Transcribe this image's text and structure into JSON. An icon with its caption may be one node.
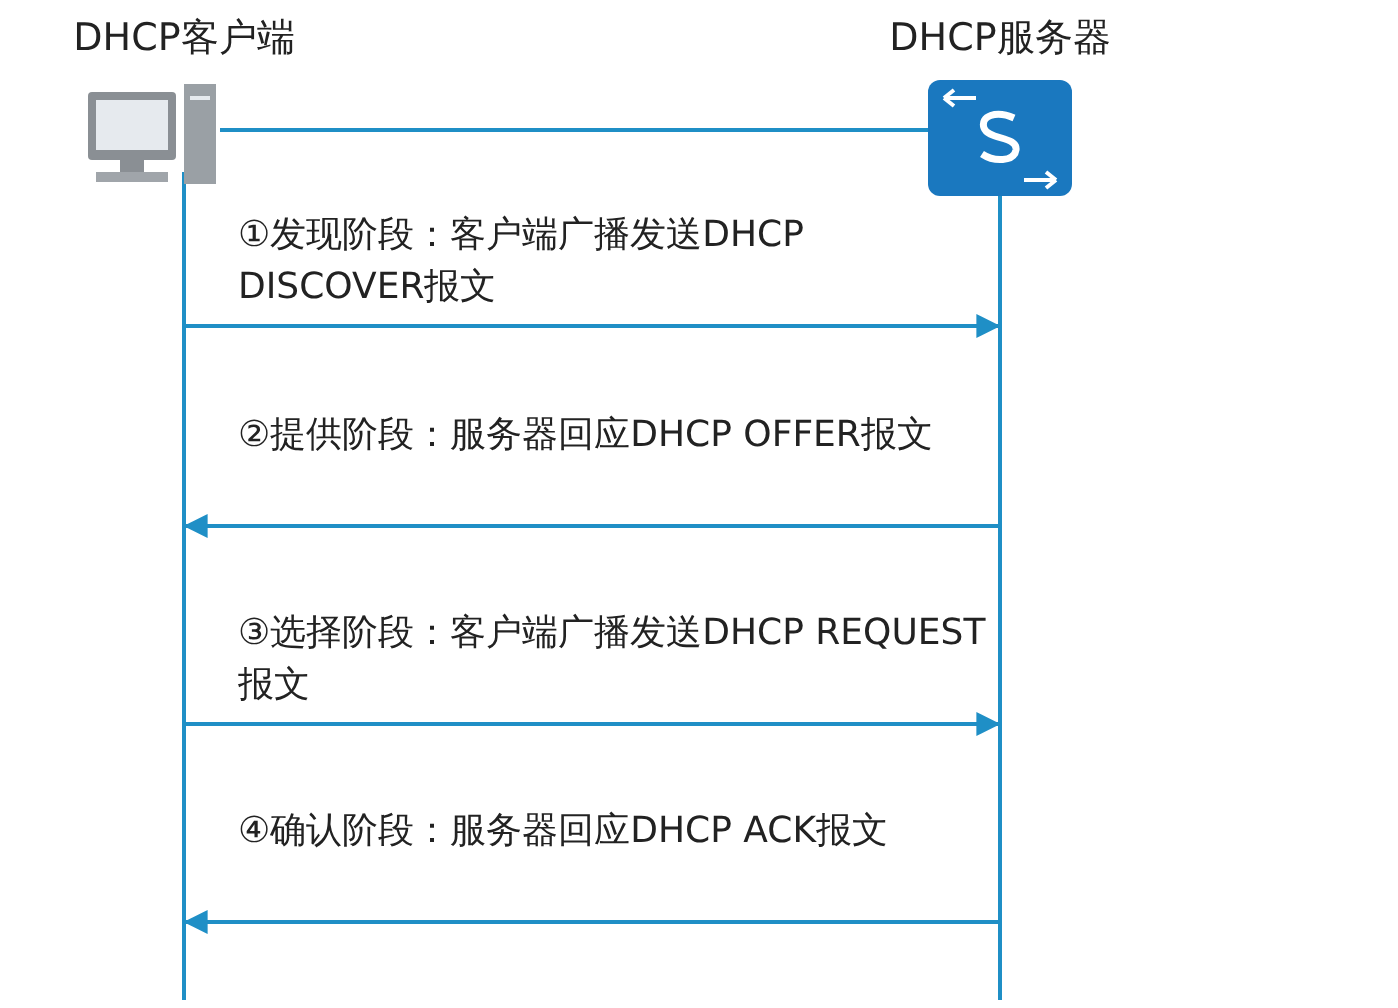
{
  "diagram": {
    "nodes": [
      {
        "text": [
          "DHCP客户端"
        ]
      },
      {
        "text": [
          "DHCP服务器"
        ]
      }
    ],
    "edges": [
      {
        "from": 0,
        "to": 1,
        "arrow": "none"
      },
      {
        "from": 0,
        "to": 1,
        "arrow": "to",
        "label": "①发现阶段：客户端广播发送DHCP DISCOVER报文"
      },
      {
        "from": 1,
        "to": 0,
        "arrow": "to",
        "label": "②提供阶段：服务器回应DHCP OFFER报文"
      },
      {
        "from": 0,
        "to": 1,
        "arrow": "to",
        "label": "③选择阶段：客户端广播发送DHCP REQUEST报文"
      },
      {
        "from": 1,
        "to": 0,
        "arrow": "to",
        "label": "④确认阶段：服务器回应DHCP ACK报文"
      }
    ]
  }
}
